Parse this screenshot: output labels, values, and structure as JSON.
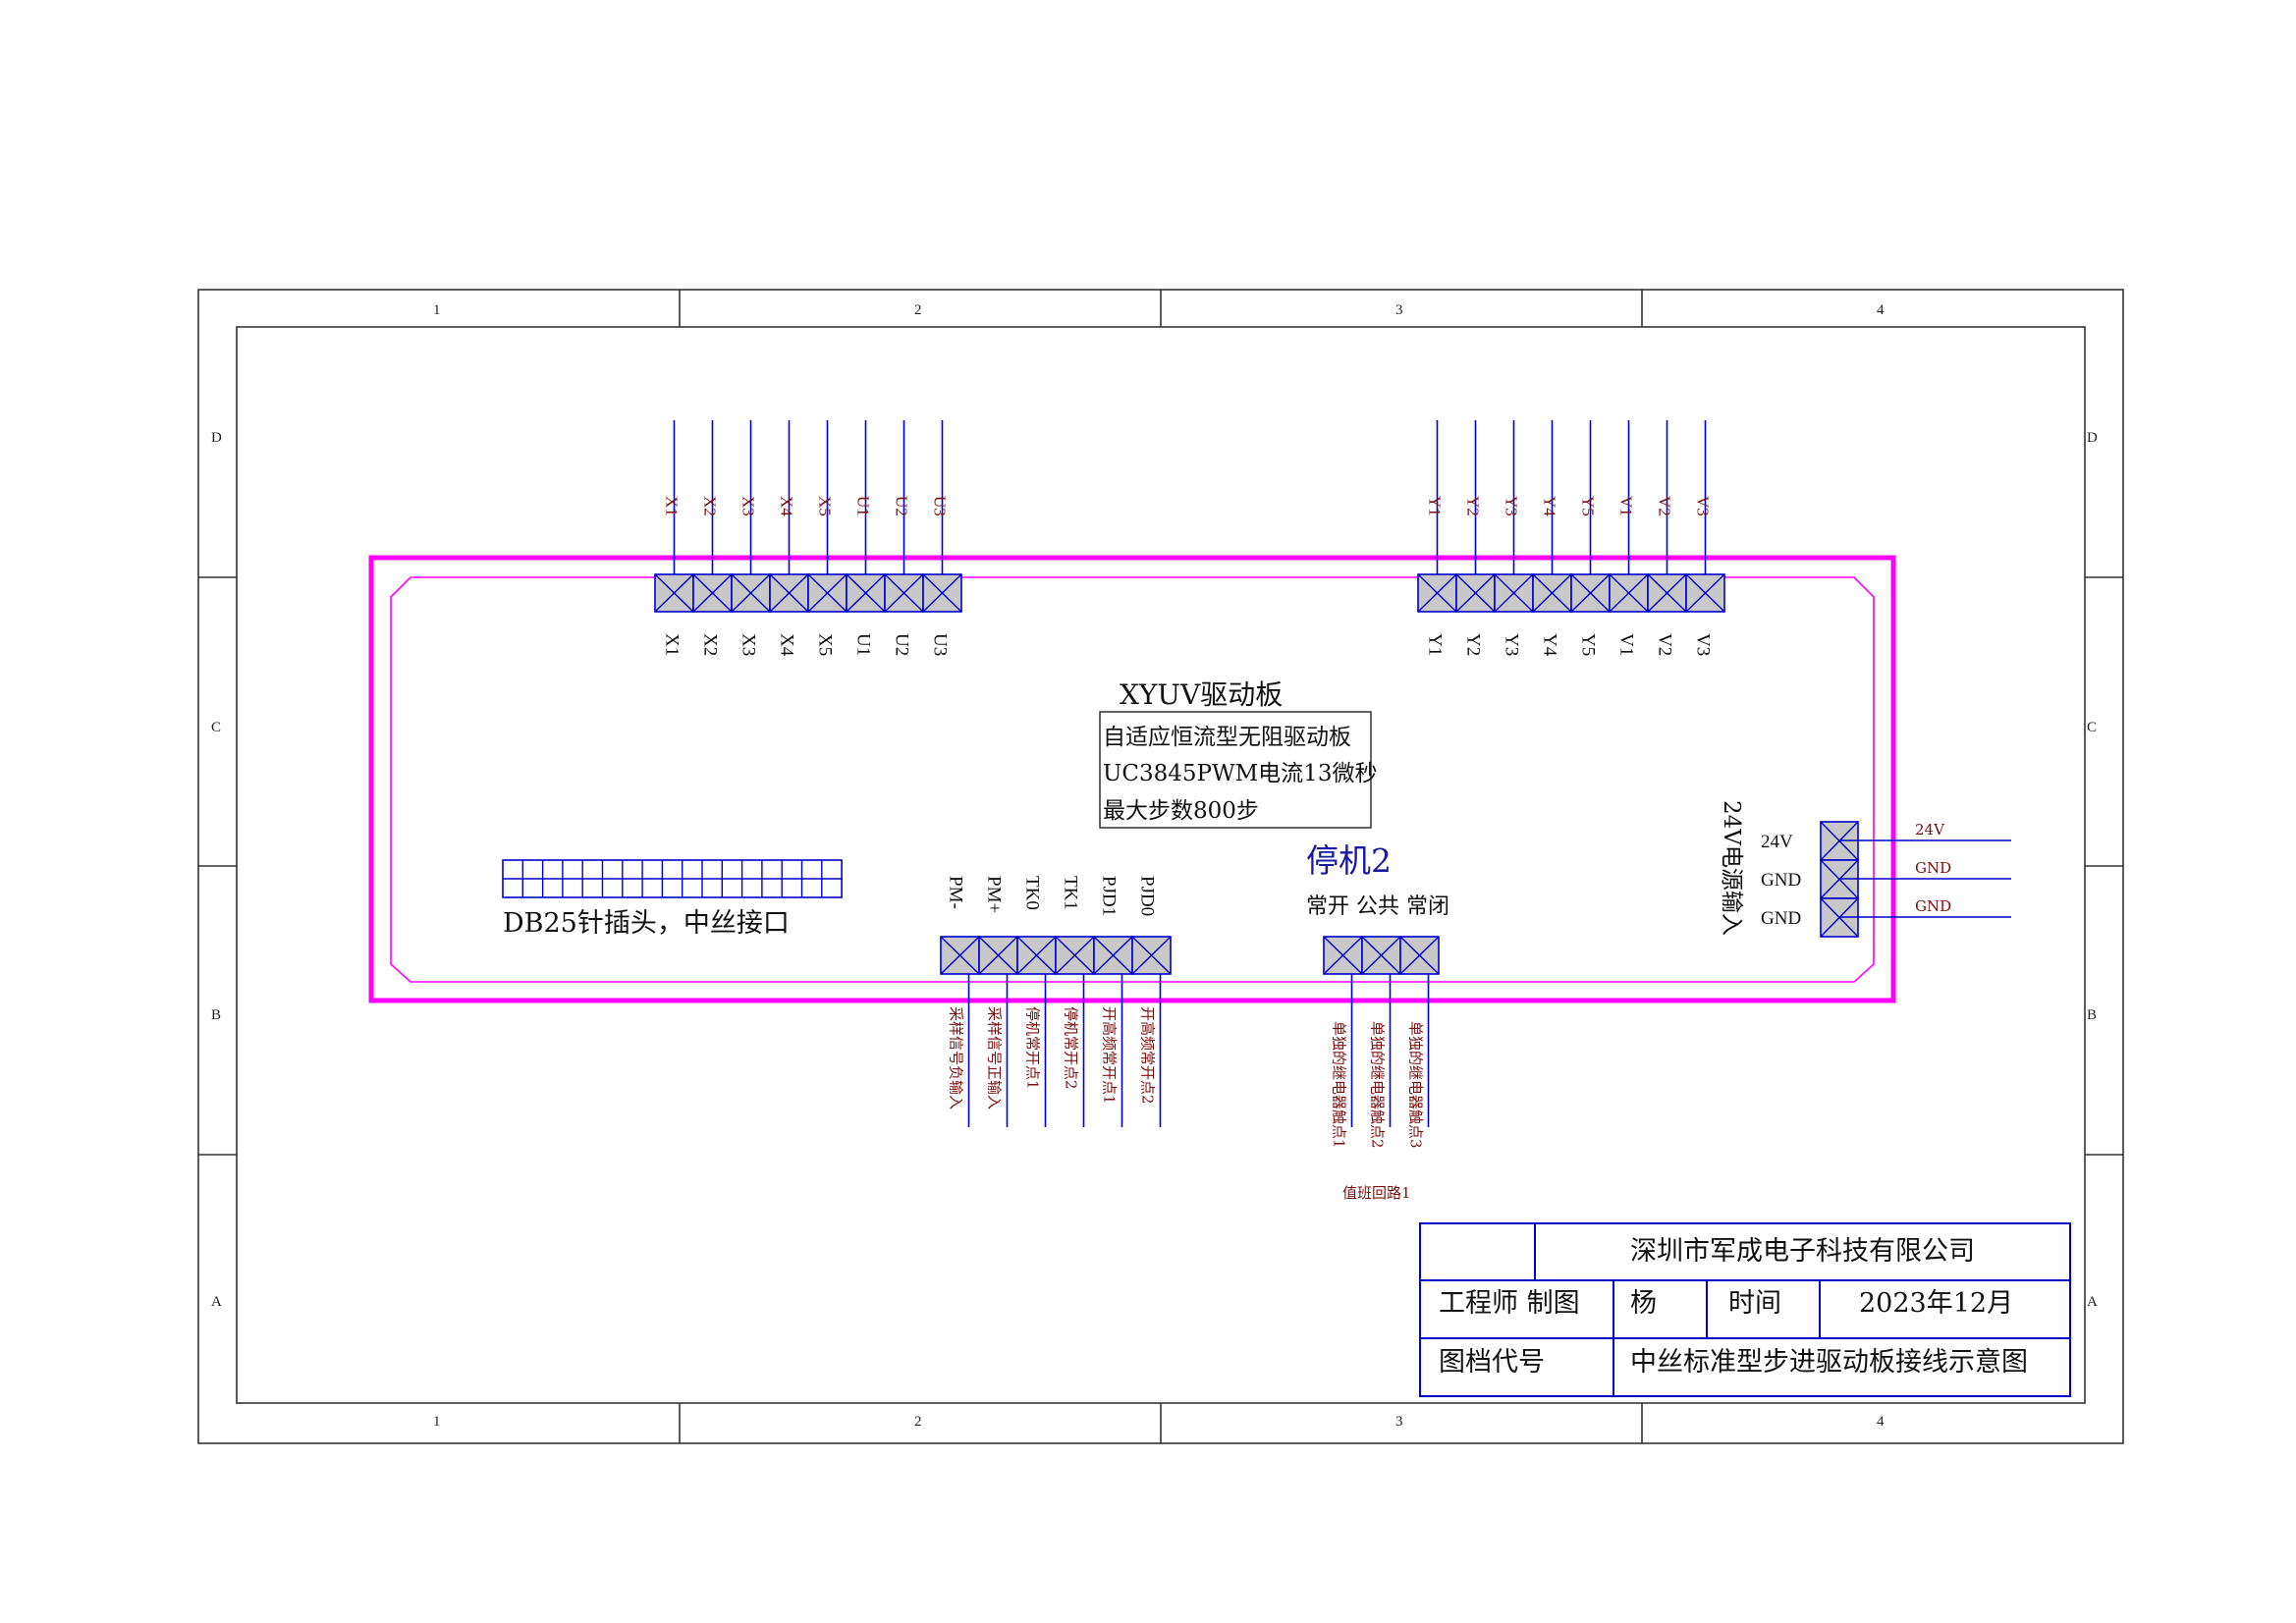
{
  "frame": {
    "col_labels": [
      "1",
      "2",
      "3",
      "4"
    ],
    "row_labels": [
      "D",
      "C",
      "B",
      "A"
    ]
  },
  "board": {
    "title": "XYUV驱动板",
    "spec_lines": [
      "自适应恒流型无阻驱动板",
      "UC3845PWM电流13微秒",
      "最大步数800步"
    ],
    "db25_label": "DB25针插头，中丝接口"
  },
  "connectors": {
    "top_left_pins": [
      "X1",
      "X2",
      "X3",
      "X4",
      "X5",
      "U1",
      "U2",
      "U3"
    ],
    "top_right_pins": [
      "Y1",
      "Y2",
      "Y3",
      "Y4",
      "Y5",
      "V1",
      "V2",
      "V3"
    ],
    "bottom_pins": [
      "PM-",
      "PM+",
      "TK0",
      "TK1",
      "PJD1",
      "PJD0"
    ],
    "bottom_signals": [
      "采样信号负输入",
      "采样信号正输入",
      "停机常开点1",
      "停机常开点2",
      "开高频常开点1",
      "开高频常开点2"
    ],
    "stop2_title": "停机2",
    "stop2_contacts": "常开 公共 常闭",
    "relay_signals": [
      "单独的继电器触点1",
      "单独的继电器触点2",
      "单独的继电器触点3"
    ],
    "relay_note": "值班回路1",
    "power_title": "24V电源输入",
    "power_pins": [
      "24V",
      "GND",
      "GND"
    ],
    "power_wire_labels": [
      "24V",
      "GND",
      "GND"
    ]
  },
  "title_block": {
    "company": "深圳市军成电子科技有限公司",
    "engineer_label": "工程师 制图",
    "engineer": "杨",
    "time_label": "时间",
    "date": "2023年12月",
    "doc_label": "图档代号",
    "doc_name": "中丝标准型步进驱动板接线示意图"
  },
  "colors": {
    "frame": "#333333",
    "board": "#ff00ff",
    "wire": "#0000cc",
    "terminal_fill": "#c8c8c8",
    "label_dark_red": "#7a1010"
  }
}
